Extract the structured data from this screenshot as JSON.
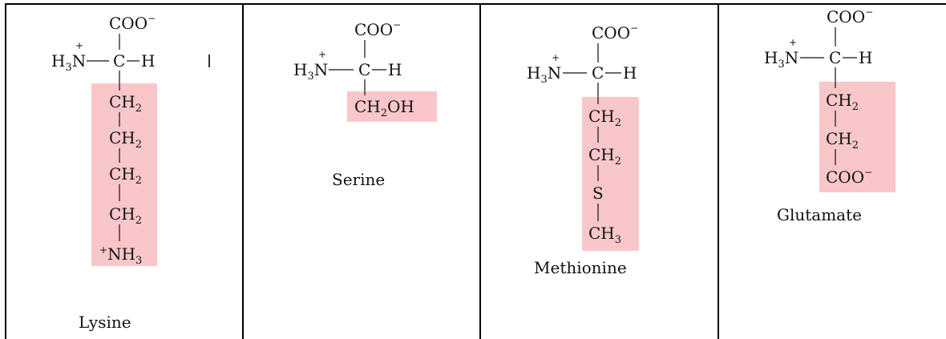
{
  "amino_acids": [
    {
      "name": "Lysine",
      "carboxylate": {
        "group": "COO",
        "charge": "−"
      },
      "amino": {
        "prefix": "H",
        "sub": "3",
        "atom": "N",
        "charge": "+"
      },
      "alpha_carbon": "C",
      "alpha_hydrogen": "H",
      "side_chain": [
        {
          "main": "CH",
          "sub": "2"
        },
        {
          "main": "CH",
          "sub": "2"
        },
        {
          "main": "CH",
          "sub": "2"
        },
        {
          "main": "CH",
          "sub": "2"
        },
        {
          "charge": "+",
          "main": "NH",
          "sub": "3"
        }
      ]
    },
    {
      "name": "Serine",
      "carboxylate": {
        "group": "COO",
        "charge": "−"
      },
      "amino": {
        "prefix": "H",
        "sub": "3",
        "atom": "N",
        "charge": "+"
      },
      "alpha_carbon": "C",
      "alpha_hydrogen": "H",
      "side_chain": [
        {
          "main": "CH",
          "sub": "2",
          "tail": "OH"
        }
      ]
    },
    {
      "name": "Methionine",
      "carboxylate": {
        "group": "COO",
        "charge": "−"
      },
      "amino": {
        "prefix": "H",
        "sub": "3",
        "atom": "N",
        "charge": "+"
      },
      "alpha_carbon": "C",
      "alpha_hydrogen": "H",
      "side_chain": [
        {
          "main": "CH",
          "sub": "2"
        },
        {
          "main": "CH",
          "sub": "2"
        },
        {
          "main": "S"
        },
        {
          "main": "CH",
          "sub": "3"
        }
      ]
    },
    {
      "name": "Glutamate",
      "carboxylate": {
        "group": "COO",
        "charge": "−"
      },
      "amino": {
        "prefix": "H",
        "sub": "3",
        "atom": "N",
        "charge": "+"
      },
      "alpha_carbon": "C",
      "alpha_hydrogen": "H",
      "side_chain": [
        {
          "main": "CH",
          "sub": "2"
        },
        {
          "main": "CH",
          "sub": "2"
        },
        {
          "main": "COO",
          "charge": "−"
        }
      ]
    }
  ],
  "colors": {
    "highlight": "#f9c6ca",
    "text": "#111111",
    "border": "#000000"
  }
}
